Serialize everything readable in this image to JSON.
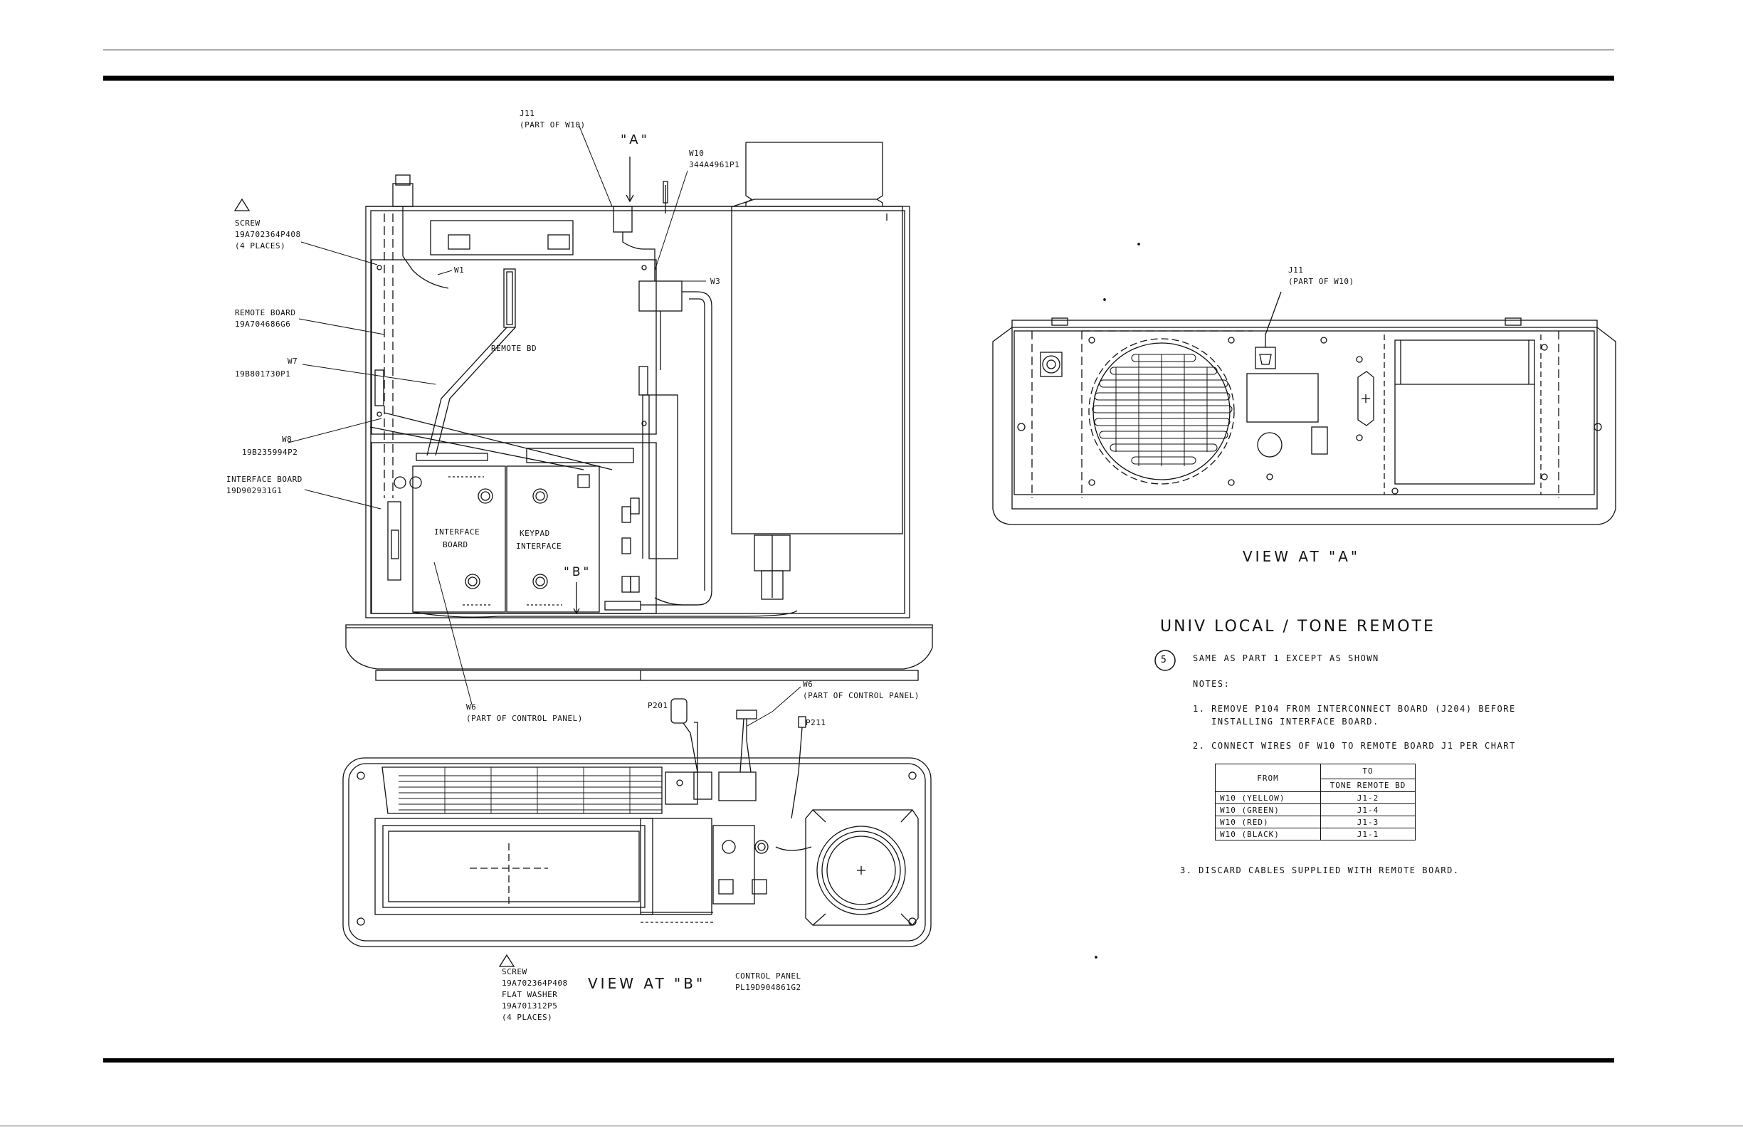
{
  "main_view": {
    "j11_callout": [
      "J11",
      "(PART OF W10)"
    ],
    "view_a_marker": "\"A\"",
    "w10_callout": [
      "W10",
      "344A4961P1"
    ],
    "screw_callout": [
      "SCREW",
      "19A702364P408",
      "(4 PLACES)"
    ],
    "remote_board_callout": [
      "REMOTE BOARD",
      "19A704686G6"
    ],
    "w7_callout": [
      "W7",
      "19B801730P1"
    ],
    "w8_callout": [
      "W8",
      "19B235994P2"
    ],
    "interface_board_callout": [
      "INTERFACE BOARD",
      "19D902931G1"
    ],
    "w1_label": "W1",
    "w3_label": "W3",
    "remote_bd_label": "REMOTE BD",
    "interface_board_label": [
      "INTERFACE",
      "BOARD"
    ],
    "keypad_label": [
      "KEYPAD",
      "INTERFACE"
    ],
    "view_b_marker": "\"B\"",
    "w6_left_callout": [
      "W6",
      "(PART OF CONTROL PANEL)"
    ],
    "w6_right_callout": [
      "W6",
      "(PART OF CONTROL PANEL)"
    ],
    "p201_label": "P201",
    "p211_label": "P211"
  },
  "view_b": {
    "screw_callout": [
      "SCREW",
      "19A702364P408",
      "FLAT WASHER",
      "19A701312P5",
      "(4 PLACES)"
    ],
    "title": "VIEW AT \"B\"",
    "control_panel_callout": [
      "CONTROL PANEL",
      "PL19D904861G2"
    ]
  },
  "view_a": {
    "j11_callout": [
      "J11",
      "(PART OF W10)"
    ],
    "title": "VIEW AT \"A\""
  },
  "notes_block": {
    "heading": "UNIV LOCAL / TONE REMOTE",
    "part_number": "5",
    "same_as": "SAME AS PART 1 EXCEPT AS SHOWN",
    "notes_label": "NOTES:",
    "note1": [
      "1. REMOVE P104 FROM INTERCONNECT BOARD (J204) BEFORE",
      "   INSTALLING INTERFACE BOARD."
    ],
    "note2": "2. CONNECT WIRES OF W10 TO REMOTE BOARD J1 PER CHART",
    "note3": "3. DISCARD CABLES SUPPLIED WITH REMOTE BOARD.",
    "chart": {
      "from_header": "FROM",
      "to_header": "TO",
      "to_subheader": "TONE REMOTE BD",
      "rows": [
        {
          "from": "W10 (YELLOW)",
          "to": "J1-2"
        },
        {
          "from": "W10 (GREEN)",
          "to": "J1-4"
        },
        {
          "from": "W10 (RED)",
          "to": "J1-3"
        },
        {
          "from": "W10 (BLACK)",
          "to": "J1-1"
        }
      ]
    }
  }
}
